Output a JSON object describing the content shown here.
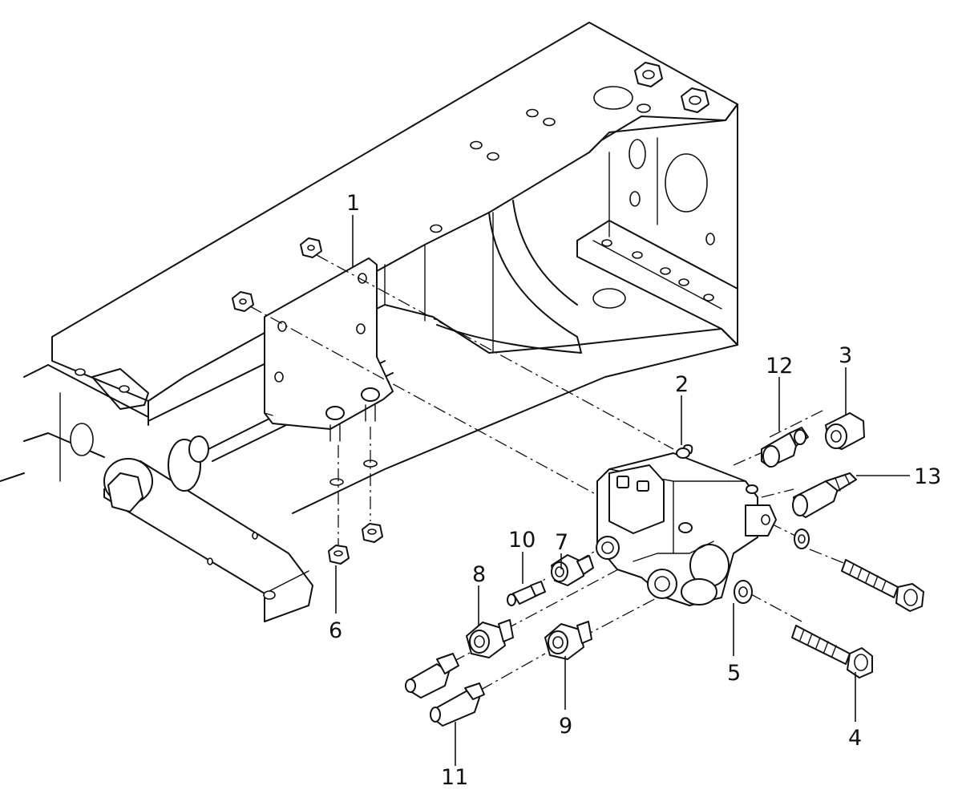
{
  "callouts": [
    {
      "id": "p1",
      "label": "1"
    },
    {
      "id": "p2",
      "label": "2"
    },
    {
      "id": "p3",
      "label": "3"
    },
    {
      "id": "p4",
      "label": "4"
    },
    {
      "id": "p5",
      "label": "5"
    },
    {
      "id": "p6",
      "label": "6"
    },
    {
      "id": "p7",
      "label": "7"
    },
    {
      "id": "p8",
      "label": "8"
    },
    {
      "id": "p9",
      "label": "9"
    },
    {
      "id": "p10",
      "label": "10"
    },
    {
      "id": "p11",
      "label": "11"
    },
    {
      "id": "p12",
      "label": "12"
    },
    {
      "id": "p13",
      "label": "13"
    }
  ],
  "colors": {
    "line": "#111111",
    "background": "#ffffff"
  }
}
